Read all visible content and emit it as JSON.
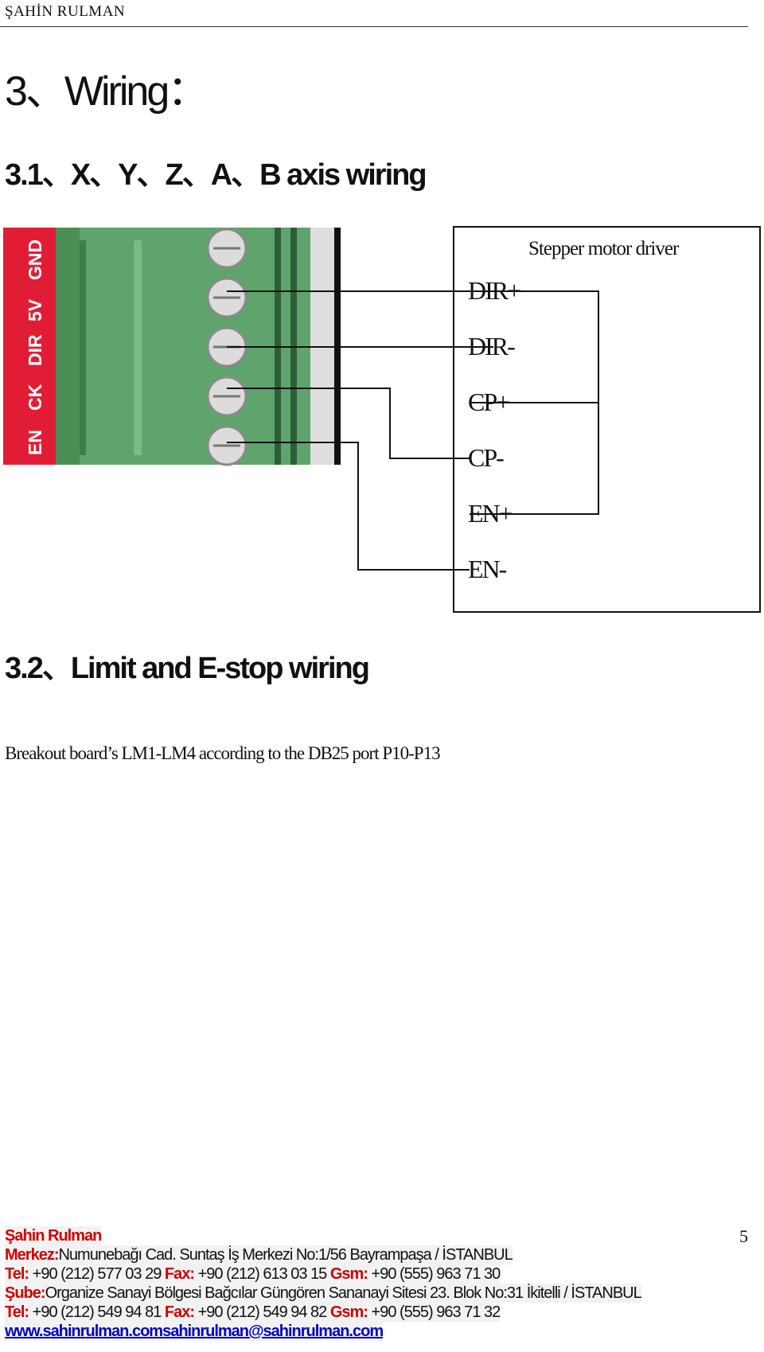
{
  "header": {
    "company": "ŞAHİN RULMAN"
  },
  "headings": {
    "wiring": "3、Wiring：",
    "axis_wiring": "3.1、X、Y、Z、A、B axis wiring",
    "limit_wiring": "3.2、Limit and E-stop wiring"
  },
  "board": {
    "pin_labels": [
      "GND",
      "5V",
      "DIR",
      "CK",
      "EN"
    ]
  },
  "driver": {
    "title": "Stepper motor driver",
    "pins": [
      "DIR+",
      "DIR-",
      "CP+",
      "CP-",
      "EN+",
      "EN-"
    ]
  },
  "body_text": "Breakout board’s LM1-LM4 according to the DB25 port P10-P13",
  "page_number": "5",
  "footer": {
    "company": "Şahin Rulman",
    "merkez_label": "Merkez:",
    "merkez_address": "Numunebağı Cad. Suntaş İş Merkezi No:1/56 Bayrampaşa / İSTANBUL",
    "tel_label": "Tel:",
    "fax_label": "Fax:",
    "gsm_label": "Gsm:",
    "merkez_tel": " +90 (212) 577 03 29 ",
    "merkez_fax": " +90 (212) 613 03 15 ",
    "merkez_gsm": " +90 (555) 963 71 30",
    "sube_label": "Şube:",
    "sube_address": "Organize Sanayi Bölgesi Bağcılar Güngören Sananayi Sitesi 23. Blok No:31 İkitelli / İSTANBUL",
    "sube_tel": " +90 (212) 549 94 81 ",
    "sube_fax": " +90 (212) 549 94 82 ",
    "sube_gsm": " +90 (555) 963 71 32",
    "website": "www.sahinrulman.com",
    "email": "sahinrulman@sahinrulman.com"
  }
}
